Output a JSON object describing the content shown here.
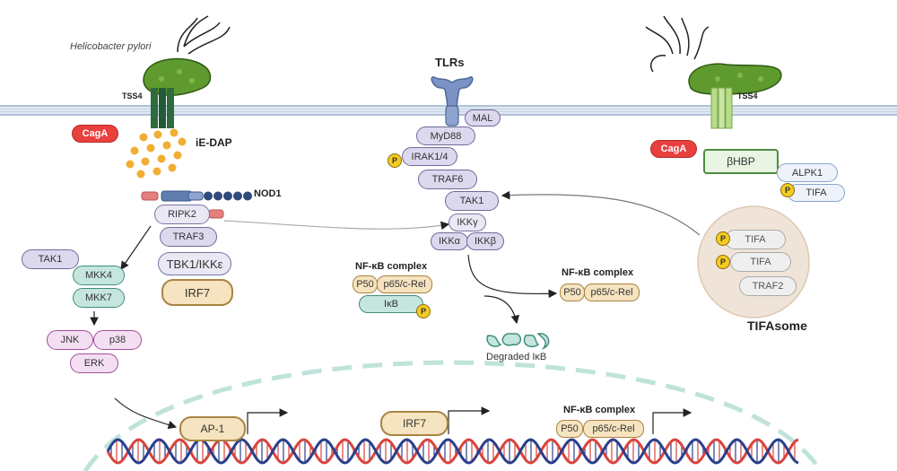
{
  "labels": {
    "helicobacter": "Helicobacter pylori",
    "tss4_left": "TSS4",
    "tss4_right": "TSS4",
    "cagA_left": "CagA",
    "cagA_right": "CagA",
    "ie_dap": "iE-DAP",
    "nod1": "NOD1",
    "tlrs": "TLRs",
    "nfkb_complex_1": "NF-κB complex",
    "nfkb_complex_2": "NF-κB complex",
    "nfkb_complex_3": "NF-κB complex",
    "degraded": "Degraded IκB",
    "tifasome": "TIFAsome"
  },
  "proteins": {
    "mal": "MAL",
    "myd88": "MyD88",
    "irak": "IRAK1/4",
    "traf6": "TRAF6",
    "tak1_center": "TAK1",
    "ikkg": "IKKγ",
    "ikka": "IKKα",
    "ikkb": "IKKβ",
    "ripk2": "RIPK2",
    "traf3": "TRAF3",
    "tbk1": "TBK1/IKKε",
    "irf7_cyto": "IRF7",
    "tak1_left": "TAK1",
    "mkk4": "MKK4",
    "mkk7": "MKK7",
    "jnk": "JNK",
    "p38": "p38",
    "erk": "ERK",
    "p50_1": "P50",
    "p65_1": "p65/c-Rel",
    "ikb": "IκB",
    "p50_2": "P50",
    "p65_2": "p65/c-Rel",
    "bhbp": "βHBP",
    "alpk1": "ALPK1",
    "tifa_1": "TIFA",
    "tifa_2": "TIFA",
    "tifa_3": "TIFA",
    "traf2": "TRAF2",
    "ap1": "AP-1",
    "irf7_nuc": "IRF7",
    "p50_3": "P50",
    "p65_3": "p65/c-Rel"
  },
  "phospho_label": "P",
  "colors": {
    "membrane": "#bccfe2",
    "bacterium": "#5f9a2f",
    "tss_dark": "#2e6b3f",
    "tss_light": "#b7dc8a",
    "dap": "#f1ae33",
    "nod1": "#3d5a8c",
    "tlr": "#7a93c4",
    "nucleus": "#bfe3da",
    "dna_red": "#d9443d",
    "dna_blue": "#2a3f8c",
    "tifasome": "#efe4d7"
  }
}
